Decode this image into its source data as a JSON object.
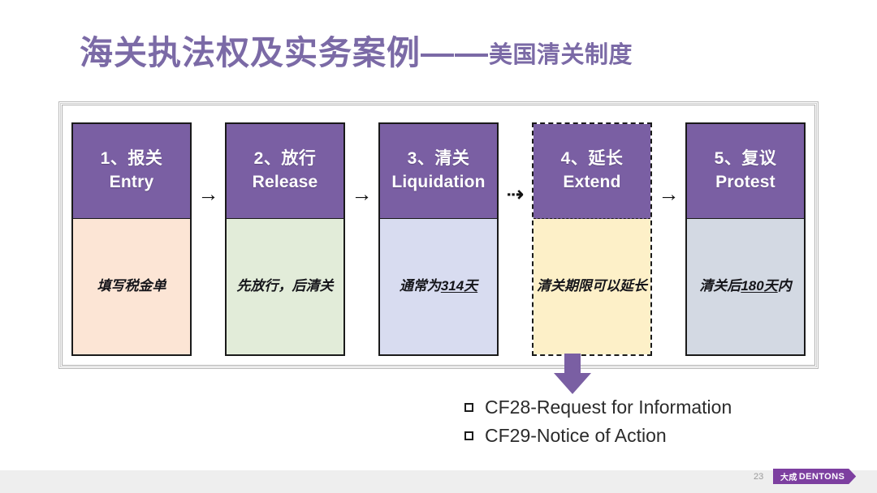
{
  "slide": {
    "title_main": "海关执法权及实务案例——",
    "title_sub": "美国清关制度",
    "title_color": "#7b6aa6",
    "background": "#ffffff"
  },
  "flow": {
    "header_color": "#7a5fa3",
    "steps": [
      {
        "cn": "1、报关",
        "en": "Entry",
        "body": "填写税金单",
        "body_underline": "",
        "body_suffix": "",
        "fill": "#fce5d5",
        "border_style": "solid"
      },
      {
        "cn": "2、放行",
        "en": "Release",
        "body": "先放行，后清关",
        "body_underline": "",
        "body_suffix": "",
        "fill": "#e2ecd9",
        "border_style": "solid"
      },
      {
        "cn": "3、清关",
        "en": "Liquidation",
        "body": "通常为",
        "body_underline": "314天",
        "body_suffix": "",
        "fill": "#d8dcf0",
        "border_style": "solid"
      },
      {
        "cn": "4、延长",
        "en": "Extend",
        "body": "清关期限可以延长",
        "body_underline": "",
        "body_suffix": "",
        "fill": "#fdf0c8",
        "border_style": "dashed"
      },
      {
        "cn": "5、复议",
        "en": "Protest",
        "body": "清关后",
        "body_underline": "180天",
        "body_suffix": "内",
        "fill": "#d3d9e3",
        "border_style": "solid"
      }
    ],
    "connectors": [
      "→",
      "→",
      "⇢",
      "→"
    ]
  },
  "bullets": [
    {
      "marker": "square-bullet",
      "text": "CF28-Request for Information"
    },
    {
      "marker": "square-bullet",
      "text": "CF29-Notice of Action"
    }
  ],
  "footer": {
    "page_number": "23",
    "logo_cn": "大成",
    "logo_en": "DENTONS",
    "logo_color": "#7d3fa0"
  }
}
